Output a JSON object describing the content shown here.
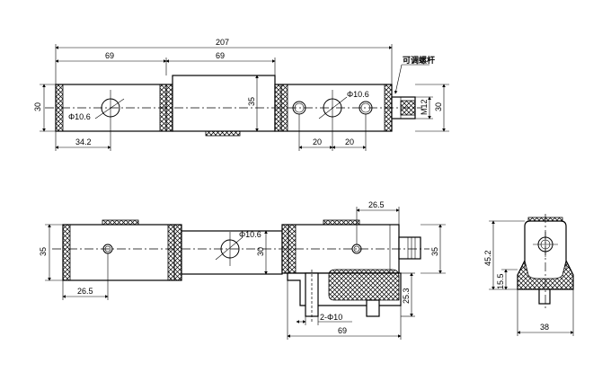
{
  "top_view": {
    "overall_length": "207",
    "seg_left": "69",
    "seg_mid": "69",
    "height_left": "30",
    "height_mid": "35",
    "height_right": "30",
    "hole_left": "Φ10.6",
    "hole_right": "Φ10.6",
    "offset_left": "34.2",
    "pitch_a": "20",
    "pitch_b": "20",
    "thread": "M12",
    "note_adjust_rod": "可调螺杆"
  },
  "front_view": {
    "height_left": "35",
    "height_mid": "30",
    "height_right": "35",
    "hole_mid": "Φ10.6",
    "offset_left": "26.5",
    "offset_right": "26.5",
    "foot_height": "25.3",
    "pins": "2-Φ10",
    "base_length": "69"
  },
  "side_view": {
    "total_height": "45.2",
    "base_height": "15.5",
    "width": "38"
  }
}
